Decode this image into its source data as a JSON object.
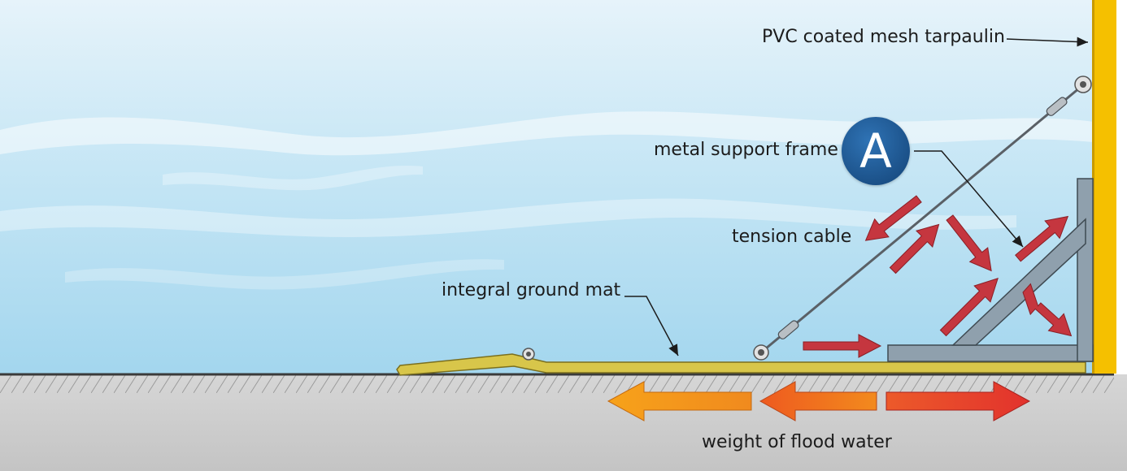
{
  "labels": {
    "tarpaulin": "PVC coated mesh tarpaulin",
    "frame": "metal support frame",
    "cable": "tension cable",
    "mat": "integral ground mat",
    "weight": "weight of flood water"
  },
  "badge": {
    "letter": "A"
  },
  "colors": {
    "water_top": "#d9eef8",
    "water_bottom": "#a9d9ef",
    "ground": "#d2d2d2",
    "tarpaulin": "#f5c000",
    "mat": "#d8c64a",
    "frame": "#8fa0ad",
    "arrow_red": "#c5363f",
    "badge": "#1f5d9c"
  }
}
